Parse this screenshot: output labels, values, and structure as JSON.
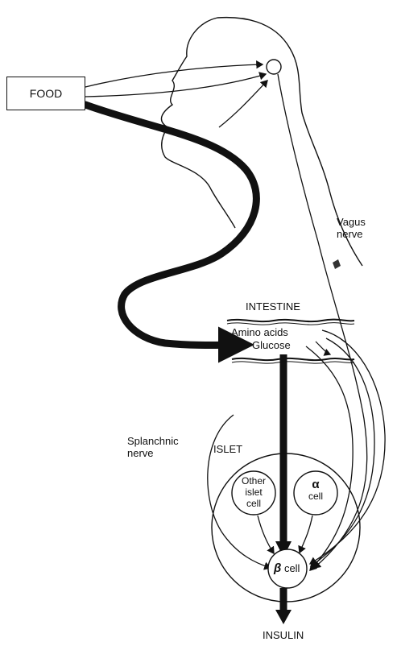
{
  "diagram": {
    "food": "FOOD",
    "vagus_line1": "Vagus",
    "vagus_line2": "nerve",
    "intestine": "INTESTINE",
    "amino_acids": "Amino acids",
    "glucose": "Glucose",
    "splanchnic_line1": "Splanchnic",
    "splanchnic_line2": "nerve",
    "islet": "ISLET",
    "other_islet_line1": "Other",
    "other_islet_line2": "islet",
    "other_islet_line3": "cell",
    "alpha_symbol": "α",
    "alpha_cell": "cell",
    "beta_symbol": "β",
    "beta_cell": "cell",
    "insulin": "INSULIN"
  }
}
